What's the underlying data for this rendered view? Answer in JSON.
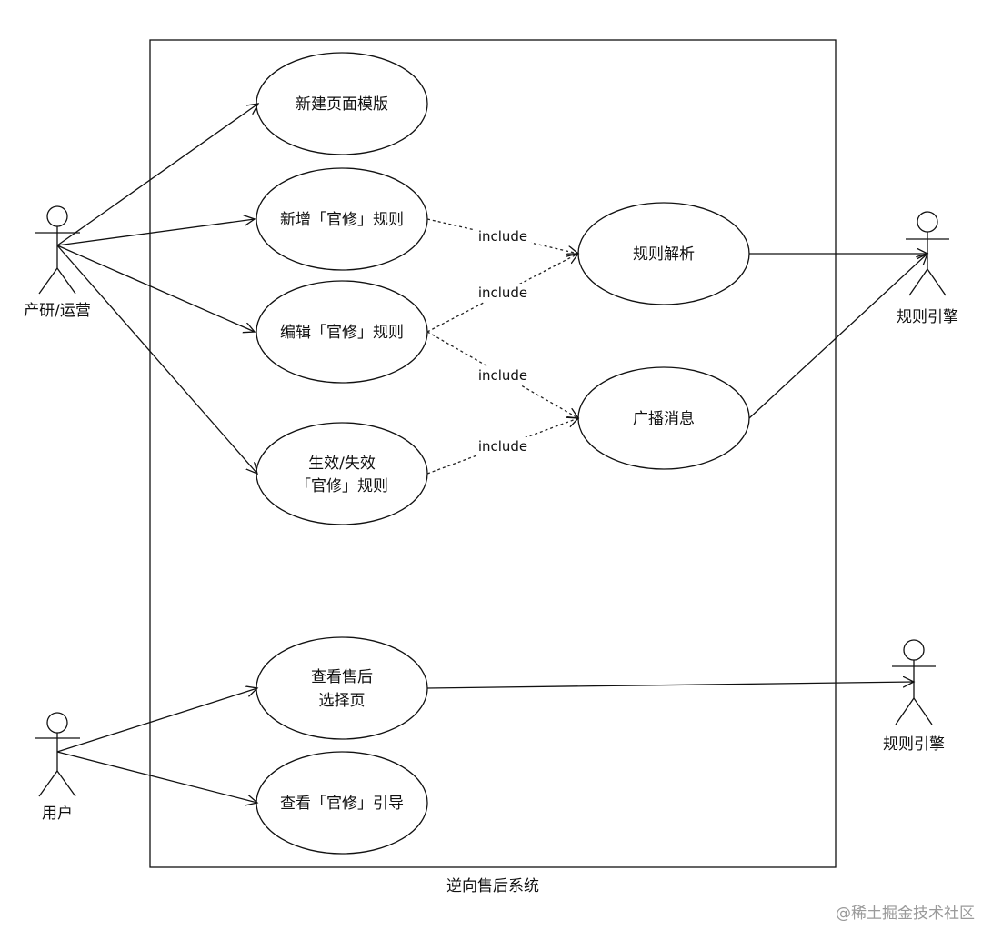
{
  "system": {
    "label": "逆向售后系统"
  },
  "actors": {
    "operator": "产研/运营",
    "rule_engine_top": "规则引擎",
    "user": "用户",
    "rule_engine_bottom": "规则引擎"
  },
  "use_cases": {
    "new_template": [
      "新建页面模版"
    ],
    "add_rule": [
      "新增「官修」规则"
    ],
    "edit_rule": [
      "编辑「官修」规则"
    ],
    "toggle_rule": [
      "生效/失效",
      "「官修」规则"
    ],
    "rule_parse": [
      "规则解析"
    ],
    "broadcast": [
      "广播消息"
    ],
    "view_select": [
      "查看售后",
      "选择页"
    ],
    "view_guide": [
      "查看「官修」引导"
    ]
  },
  "include_label": "include",
  "watermark": "@稀土掘金技术社区"
}
